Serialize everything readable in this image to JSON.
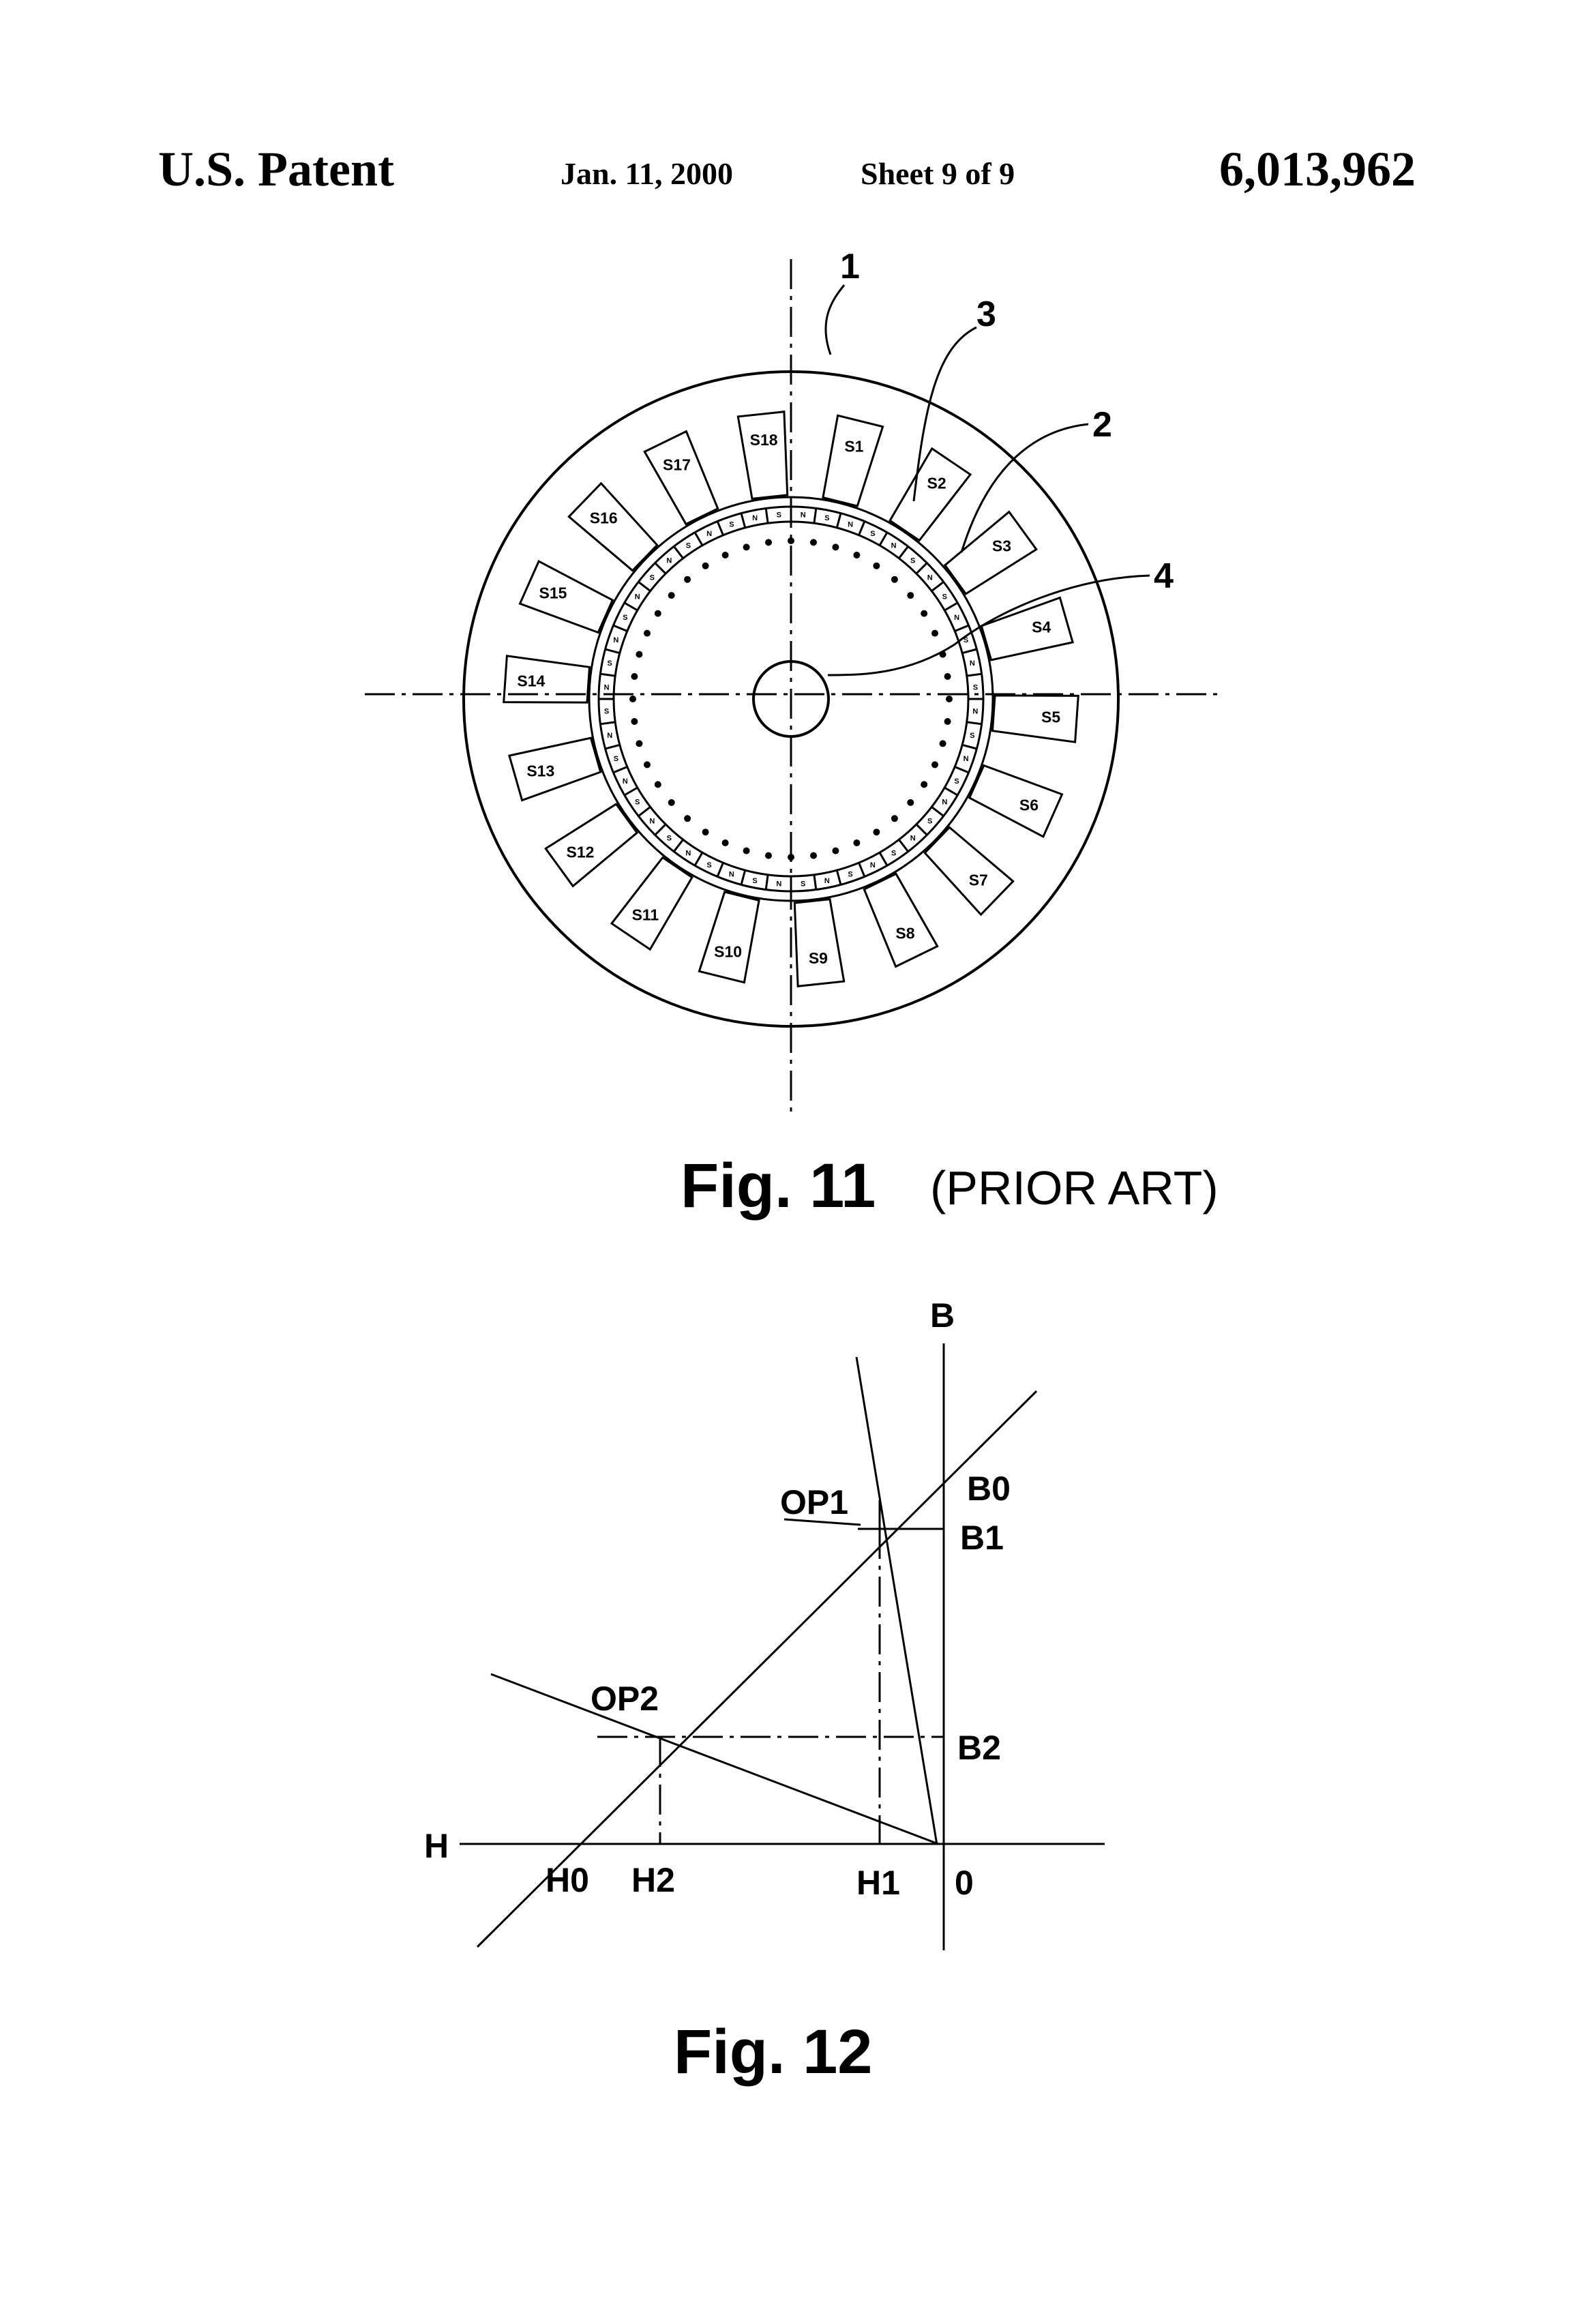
{
  "header": {
    "patent_label": "U.S. Patent",
    "date": "Jan. 11, 2000",
    "sheet": "Sheet 9 of 9",
    "patent_number": "6,013,962"
  },
  "figure11": {
    "caption": "Fig. 11",
    "caption_note": "(PRIOR ART)",
    "reference_numerals": [
      "1",
      "3",
      "2",
      "4"
    ],
    "slot_labels": [
      "S1",
      "S2",
      "S3",
      "S4",
      "S5",
      "S6",
      "S7",
      "S8",
      "S9",
      "S10",
      "S11",
      "S12",
      "S13",
      "S14",
      "S15",
      "S16",
      "S17",
      "S18"
    ],
    "magnet_pole_letters": [
      "N",
      "S"
    ]
  },
  "figure12": {
    "caption": "Fig. 12",
    "axis_labels": {
      "vertical": "B",
      "horizontal": "H"
    },
    "point_labels": {
      "op1": "OP1",
      "op2": "OP2",
      "origin": "0"
    },
    "b_labels": {
      "b0": "B0",
      "b1": "B1",
      "b2": "B2"
    },
    "h_labels": {
      "h0": "H0",
      "h2": "H2",
      "h1": "H1"
    }
  }
}
